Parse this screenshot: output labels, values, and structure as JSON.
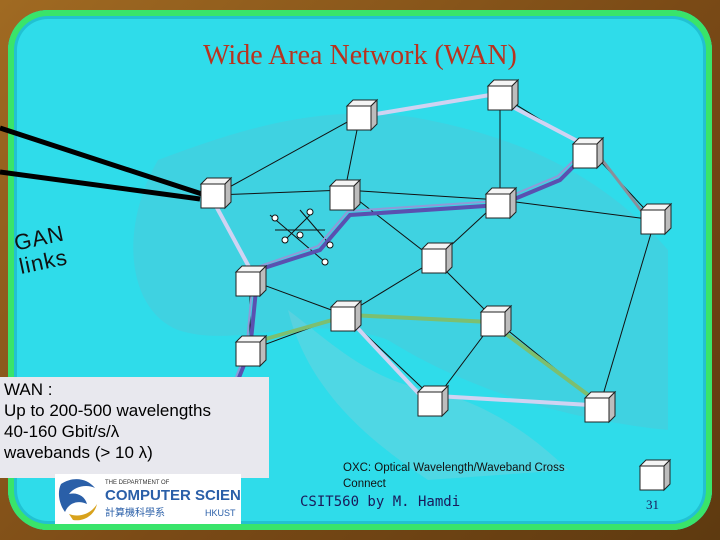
{
  "slide": {
    "title": "Wide Area Network (WAN)",
    "gan_label_line1": "GAN",
    "gan_label_line2": "links",
    "wan_box": {
      "line1": "WAN :",
      "line2": "Up to 200-500 wavelengths",
      "line3": "40-160 Gbit/s/λ",
      "line4": "wavebands (> 10 λ)"
    },
    "oxc_caption": {
      "line1": "OXC: Optical Wavelength/Waveband Cross",
      "line2": "Connect"
    },
    "footer": "CSIT560 by M. Hamdi",
    "page_number": "31",
    "logo": {
      "line1": "THE DEPARTMENT OF",
      "line2": "COMPUTER SCIENCE",
      "line3": "計算機科學系",
      "line4": "HKUST"
    }
  },
  "colors": {
    "background": "#2fdcea",
    "border_green": "#39e46a",
    "title": "#b8331f",
    "path_blue": "#5a50b0",
    "path_green": "#7cbf70",
    "path_light": "#cfd3f2"
  },
  "icons": [
    "oxc-node-icon",
    "hkust-logo-icon"
  ]
}
